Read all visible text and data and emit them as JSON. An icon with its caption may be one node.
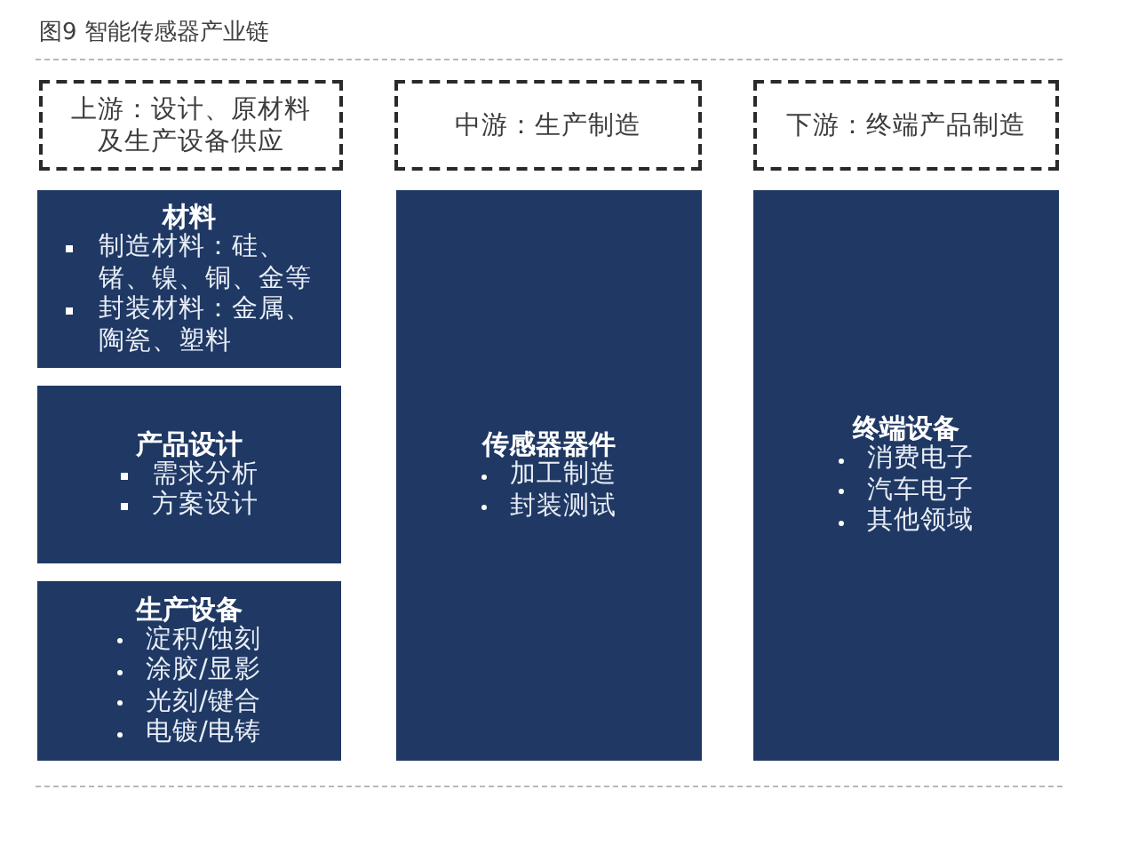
{
  "diagram": {
    "title": "图9 智能传感器产业链",
    "nodes": [
      {
        "text": [
          "上游：设计、原材料及生产设备供应"
        ]
      },
      {
        "text": [
          "中游：生产制造"
        ]
      },
      {
        "text": [
          "下游：终端产品制造"
        ]
      },
      {
        "text": [
          "材料",
          "制造材料：硅、锗、镍、铜、金等",
          "封装材料：金属、陶瓷、塑料"
        ]
      },
      {
        "text": [
          "产品设计",
          "需求分析",
          "方案设计"
        ]
      },
      {
        "text": [
          "生产设备",
          "淀积/蚀刻",
          "涂胶/显影",
          "光刻/键合",
          "电镀/电铸"
        ]
      },
      {
        "text": [
          "传感器器件",
          "加工制造",
          "封装测试"
        ]
      },
      {
        "text": [
          "终端设备",
          "消费电子",
          "汽车电子",
          "其他领域"
        ]
      }
    ]
  }
}
